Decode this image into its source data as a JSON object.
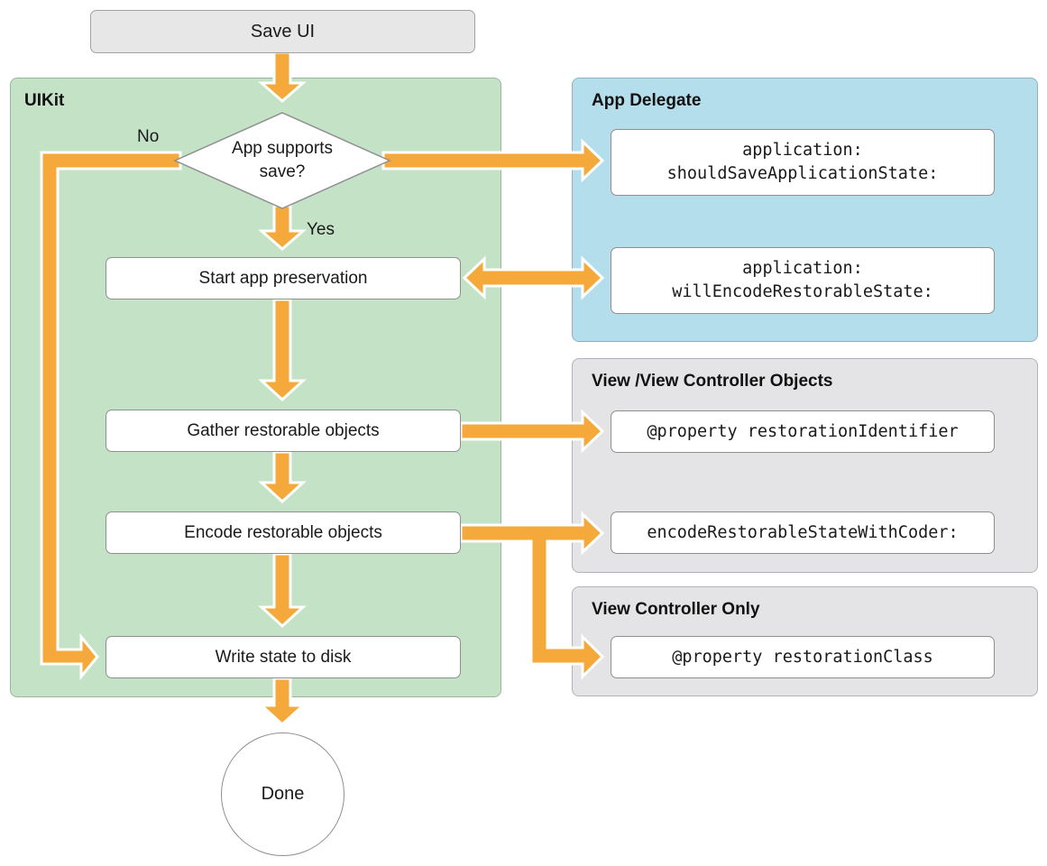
{
  "top": {
    "label": "Save UI"
  },
  "panels": {
    "uikit": "UIKit",
    "app_delegate": "App Delegate",
    "view_objects": "View /View Controller Objects",
    "view_controller_only": "View Controller Only"
  },
  "decision": {
    "text": "App supports\nsave?",
    "no_label": "No",
    "yes_label": "Yes"
  },
  "steps": {
    "start": "Start app preservation",
    "gather": "Gather restorable objects",
    "encode": "Encode restorable objects",
    "write": "Write state to disk",
    "done": "Done"
  },
  "methods": {
    "should_save": "application:\nshouldSaveApplicationState:",
    "will_encode": "application:\nwillEncodeRestorableState:",
    "restoration_identifier": "@property restorationIdentifier",
    "encode_with_coder": "encodeRestorableStateWithCoder:",
    "restoration_class": "@property restorationClass"
  },
  "colors": {
    "arrow": "#f4a93a",
    "uikit_panel": "#c3e2c6",
    "app_delegate_panel": "#b5deec",
    "gray_panel": "#e4e3e5"
  }
}
